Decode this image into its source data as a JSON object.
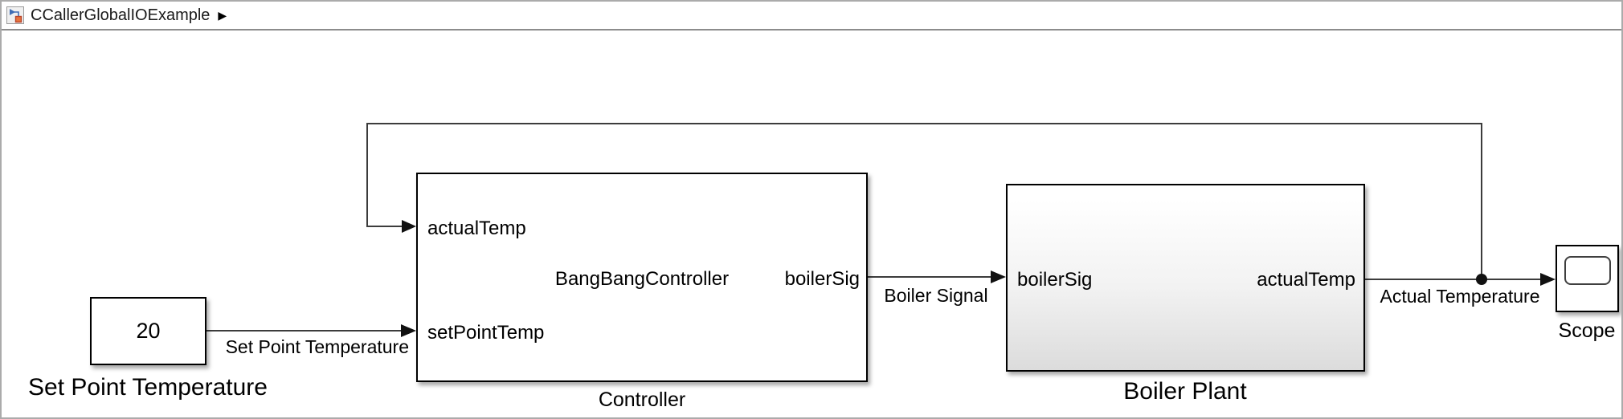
{
  "window": {
    "breadcrumb": {
      "model_name": "CCallerGlobalIOExample",
      "separator_icon": "▶"
    }
  },
  "blocks": {
    "constant": {
      "value": "20",
      "name": "Set Point Temperature"
    },
    "controller": {
      "name": "Controller",
      "function_name": "BangBangController",
      "inputs": [
        "actualTemp",
        "setPointTemp"
      ],
      "outputs": [
        "boilerSig"
      ]
    },
    "boiler_plant": {
      "name": "Boiler Plant",
      "inputs": [
        "boilerSig"
      ],
      "outputs": [
        "actualTemp"
      ]
    },
    "scope": {
      "name": "Scope"
    }
  },
  "signal_labels": {
    "set_point_temperature": "Set Point Temperature",
    "boiler_signal": "Boiler Signal",
    "actual_temperature": "Actual Temperature"
  },
  "icons": {
    "simulink_model_icon": "blue-arrow-with-orange-square",
    "breadcrumb_arrow": "▶"
  },
  "colors": {
    "wire": "#3c3c3c",
    "arrowhead": "#111111",
    "block_border": "#000000",
    "window_border": "#ababab",
    "titlebar_separator": "#8c8c8c",
    "boiler_gradient_bottom": "#dcdcdc",
    "icon_blue": "#3f6eb5",
    "icon_orange": "#e8743c"
  }
}
